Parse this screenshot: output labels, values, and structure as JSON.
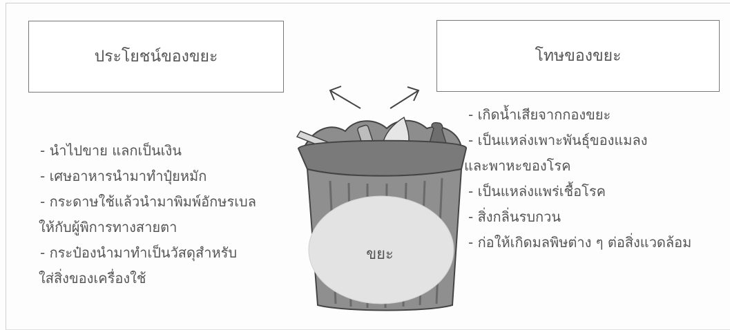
{
  "benefits": {
    "title": "ประโยชน์ของขยะ",
    "items": [
      "- นำไปขาย แลกเป็นเงิน",
      "- เศษอาหารนำมาทำปุ๋ยหมัก",
      "- กระดาษใช้แล้วนำมาพิมพ์อักษรเบล",
      "ให้กับผู้พิการทางสายตา",
      "- กระป๋องนำมาทำเป็นวัสดุสำหรับ",
      "ใส่สิ่งของเครื่องใช้"
    ]
  },
  "harms": {
    "title": "โทษของขยะ",
    "items": [
      "-  เกิดน้ำเสียจากกองขยะ",
      "- เป็นแหล่งเพาะพันธุ์ของแมลง",
      "และพาหะของโรค",
      "- เป็นแหล่งแพร่เชื้อโรค",
      "- สิ่งกลิ่นรบกวน",
      "- ก่อให้เกิดมลพิษต่าง ๆ ต่อสิ่งแวดล้อม"
    ]
  },
  "center": {
    "label": "ขยะ",
    "icon": "trash-bin-icon"
  }
}
